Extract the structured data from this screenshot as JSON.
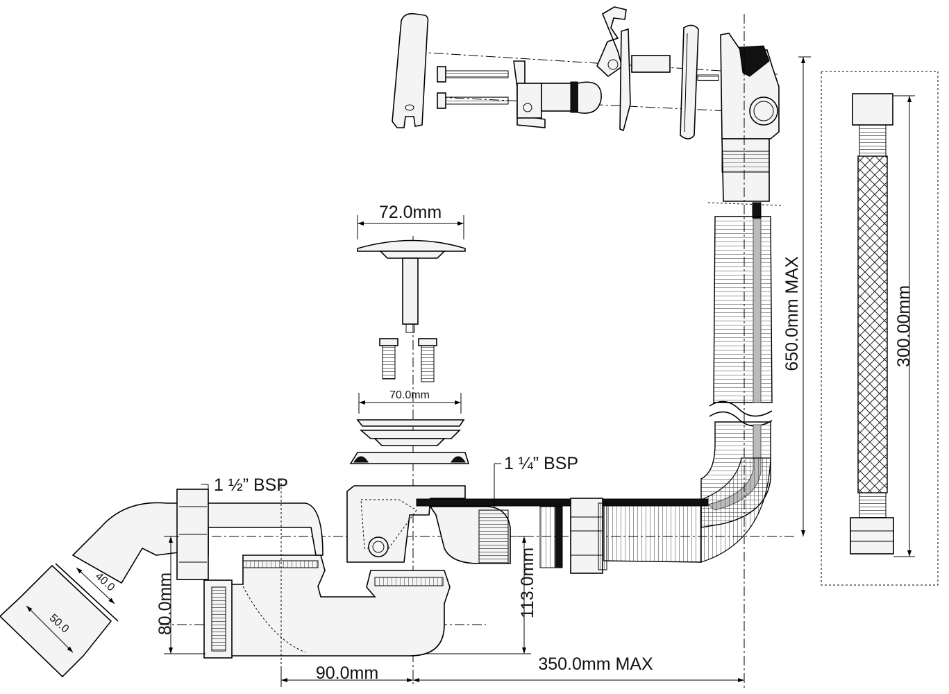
{
  "diagram": {
    "dimensions": {
      "plug_diameter": "72.0mm",
      "flange_diameter": "70.0mm",
      "overflow_hose_length": "650.0mm MAX",
      "connector_hose_length": "300.00mm",
      "trap_height": "113.0mm",
      "outlet_height": "80.0mm",
      "waste_offset": "90.0mm",
      "waste_span": "350.0mm MAX",
      "pipe_inner": "40.0",
      "pipe_outer": "50.0"
    },
    "threads": {
      "outlet_thread": "1 ½” BSP",
      "overflow_thread": "1 ¼” BSP"
    }
  }
}
